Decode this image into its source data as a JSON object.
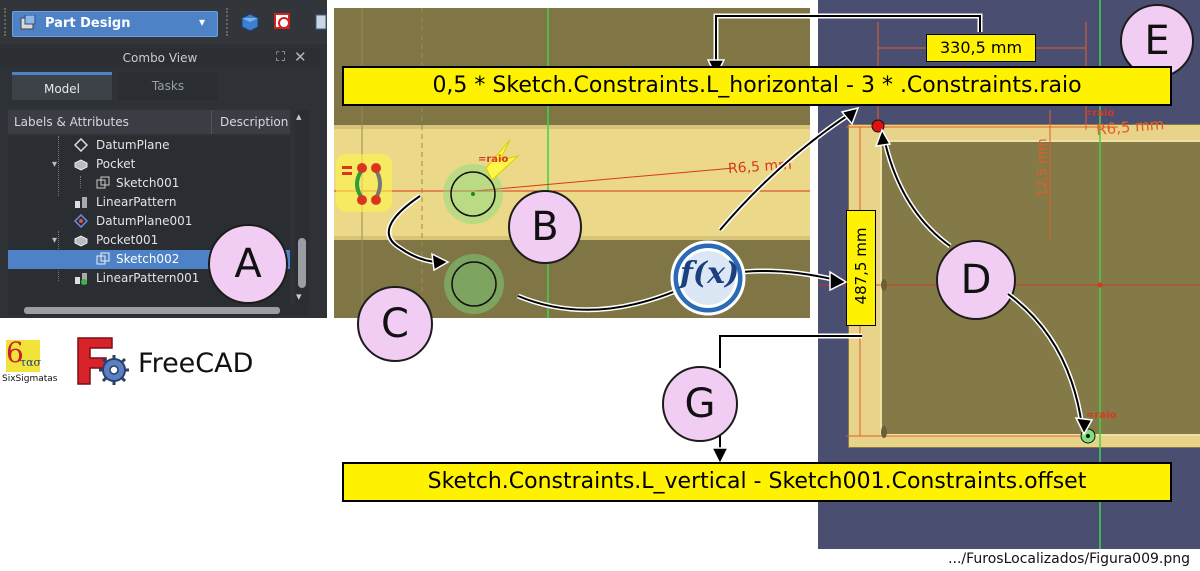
{
  "toolbar": {
    "workbench": "Part Design"
  },
  "combo": {
    "title": "Combo View",
    "tabs": [
      "Model",
      "Tasks"
    ],
    "columns": [
      "Labels & Attributes",
      "Description"
    ],
    "tree": [
      {
        "label": "DatumPlane",
        "icon": "datum-plane-icon"
      },
      {
        "label": "Pocket",
        "icon": "pocket-icon"
      },
      {
        "label": "Sketch001",
        "icon": "sketch-icon"
      },
      {
        "label": "LinearPattern",
        "icon": "linear-pattern-icon"
      },
      {
        "label": "DatumPlane001",
        "icon": "datum-plane-icon"
      },
      {
        "label": "Pocket001",
        "icon": "pocket-icon"
      },
      {
        "label": "Sketch002",
        "icon": "sketch-icon",
        "selected": true
      },
      {
        "label": "LinearPattern001",
        "icon": "linear-pattern-icon"
      }
    ]
  },
  "callouts": {
    "a": "A",
    "b": "B",
    "c": "C",
    "d": "D",
    "e": "E",
    "g": "G"
  },
  "logos": {
    "six": "SixSigmatas",
    "six_big": "6",
    "six_small": "σ​τασ",
    "freecad": "FreeCAD"
  },
  "sketch": {
    "radius_label": "R6,5 mm",
    "raio_tag": "=raio"
  },
  "view3d": {
    "dim_horizontal": "330,5 mm",
    "dim_vertical": "487,5 mm",
    "dim_offset": "12,5 mm",
    "radius_label": "R6,5 mm",
    "raio_tag": "=raio"
  },
  "formulas": {
    "top": "0,5 * Sketch.Constraints.L_horizontal - 3 * .Constraints.raio",
    "bottom": "Sketch.Constraints.L_vertical - Sketch001.Constraints.offset"
  },
  "fx_label": "f(x)",
  "caption": ".../FurosLocalizados/Figura009.png",
  "colors": {
    "selection_blue": "#4d82c6",
    "callout_pink": "#f1cdf4",
    "formula_yellow": "#fff200",
    "constraint_red": "#d9361f"
  }
}
